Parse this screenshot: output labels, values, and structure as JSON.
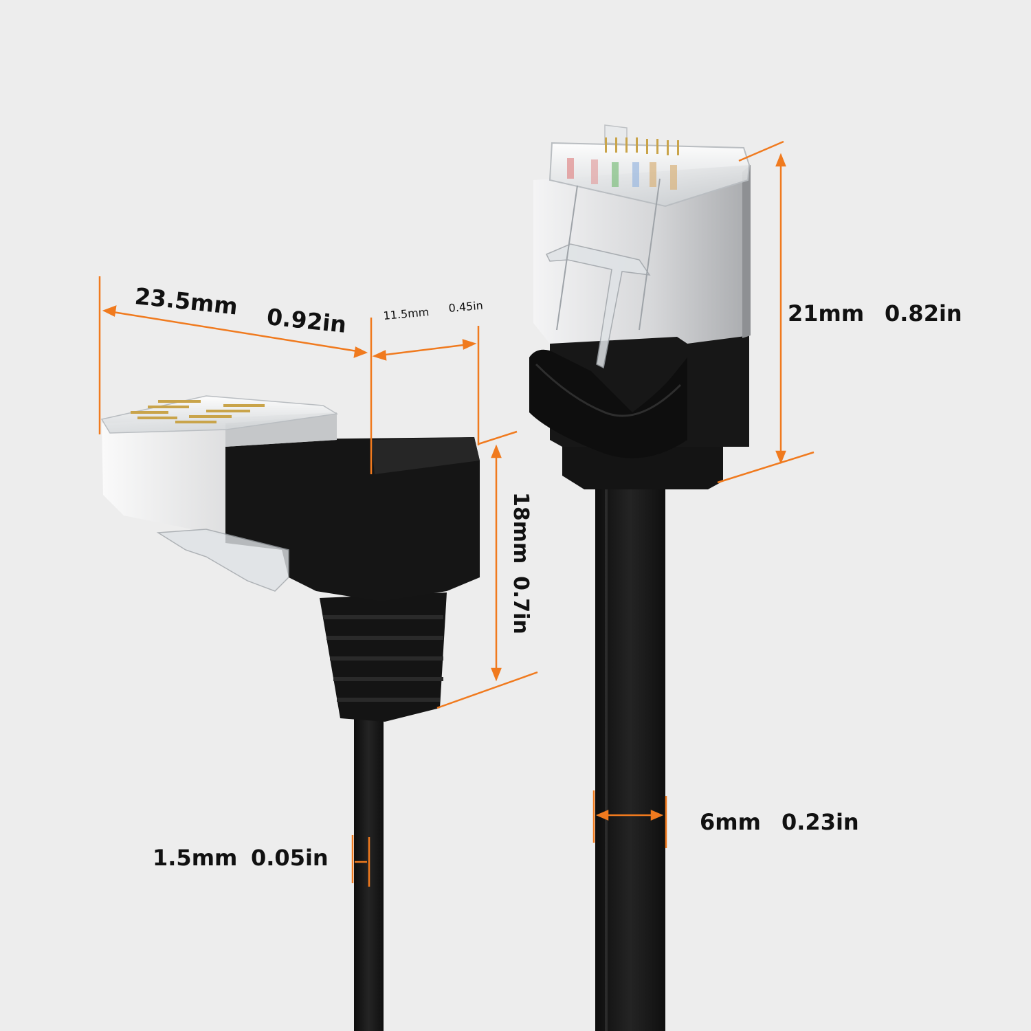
{
  "dimensions": {
    "angled_plug_length": {
      "mm": "23.5mm",
      "in": "0.92in"
    },
    "angled_head_depth": {
      "mm": "11.5mm",
      "in": "0.45in"
    },
    "angled_plug_height": {
      "mm": "18mm",
      "in": "0.7in"
    },
    "straight_plug_height": {
      "mm": "21mm",
      "in": "0.82in"
    },
    "cable_width": {
      "mm": "6mm",
      "in": "0.23in"
    },
    "cable_thickness": {
      "mm": "1.5mm",
      "in": "0.05in"
    }
  },
  "colors": {
    "background": "#ededed",
    "dimension_line": "#f07a1e",
    "cable": "#161616",
    "metal_shield": "#d9dadc",
    "label_text": "#111111"
  }
}
